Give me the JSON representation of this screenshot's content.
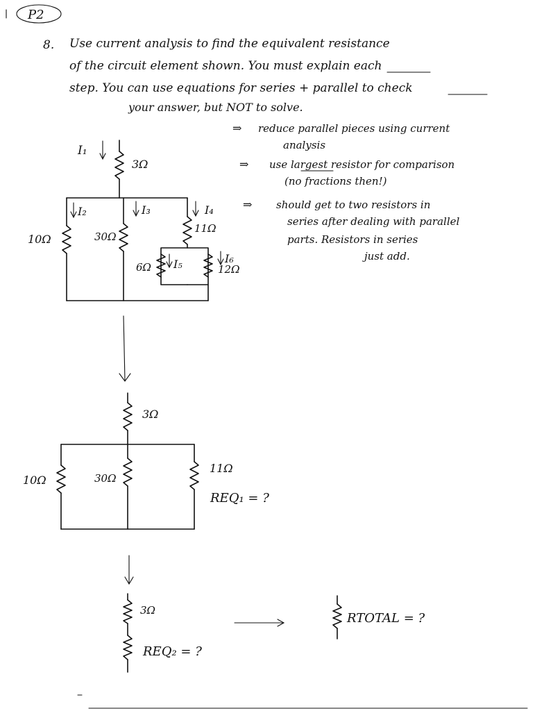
{
  "page": {
    "label": "P2",
    "problem_number": "8."
  },
  "instructions": {
    "line1": "Use current analysis to find the equivalent resistance",
    "line2": "of the circuit element shown. You must explain each",
    "line3": "step. You can use equations for series + parallel to check",
    "line4": "your answer, but NOT to solve."
  },
  "notes": [
    {
      "arrow": "⇒",
      "line1": "reduce parallel pieces using current",
      "line2": "analysis"
    },
    {
      "arrow": "⇒",
      "line1": "use largest resistor for comparison",
      "line2": "(no fractions then!)"
    },
    {
      "arrow": "⇒",
      "line1": "should get to two resistors in",
      "line2": "series after dealing with parallel",
      "line3": "parts. Resistors in series",
      "line4": "just add."
    }
  ],
  "circuit1": {
    "i1": "I₁",
    "r_top": "3Ω",
    "i2": "I₂",
    "i3": "I₃",
    "i4": "I₄",
    "i5": "I₅",
    "i6": "I₆",
    "r10": "10Ω",
    "r30": "30Ω",
    "r11": "11Ω",
    "r6": "6Ω",
    "r12": "12Ω"
  },
  "circuit2": {
    "r_top": "3Ω",
    "r10": "10Ω",
    "r30": "30Ω",
    "r11": "11Ω",
    "req1": "REQ₁ = ?"
  },
  "circuit3": {
    "r_top": "3Ω",
    "req2": "REQ₂ = ?",
    "rtotal": "RTOTAL = ?"
  }
}
